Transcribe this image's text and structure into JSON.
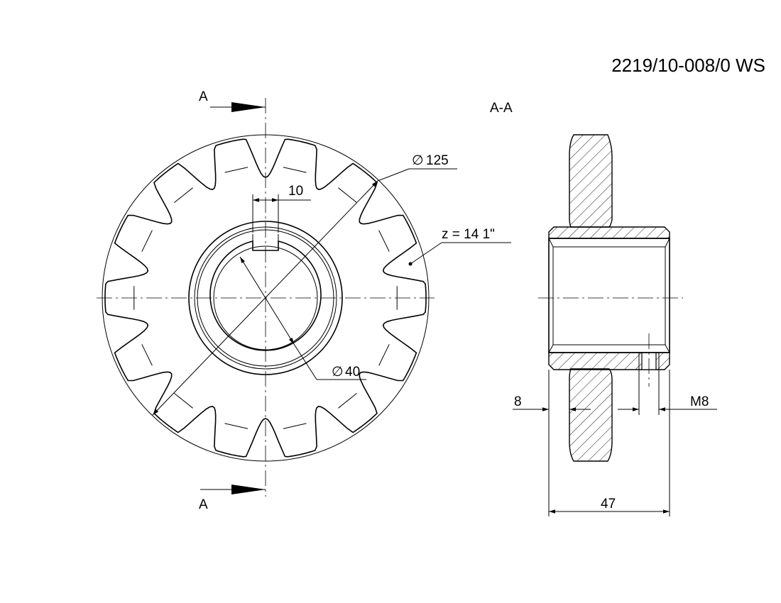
{
  "drawing": {
    "number": "2219/10-008/0 WS",
    "section_label": "A-A",
    "cut_marker_top": "A",
    "cut_marker_bottom": "A"
  },
  "dimensions": {
    "outer_diameter": "125",
    "bore_diameter": "40",
    "keyway_width": "10",
    "teeth": "z = 14  1\"",
    "hub_width": "47",
    "flange_offset": "8",
    "set_screw": "M8"
  }
}
